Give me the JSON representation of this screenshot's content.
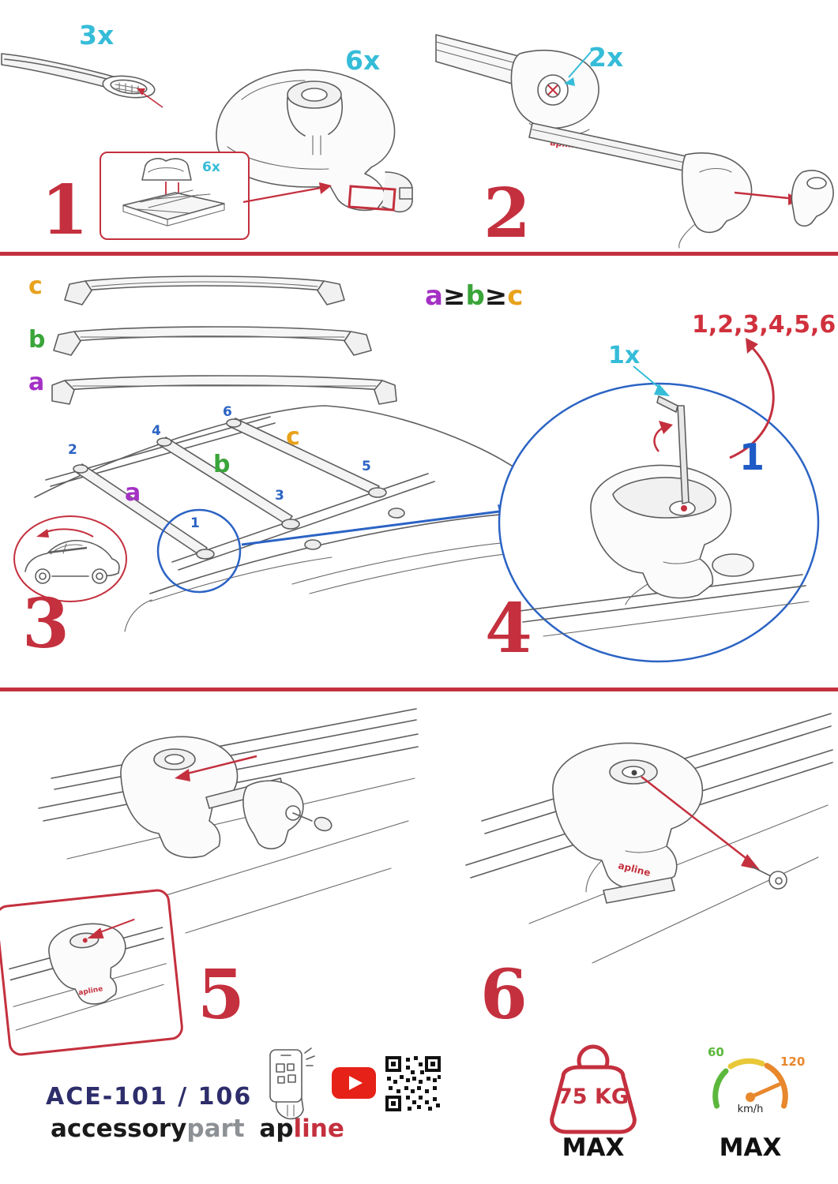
{
  "clamp_brand": "apline",
  "step1": {
    "number": "1",
    "bar_qty": "3x",
    "clamp_qty": "6x",
    "pad_qty": "6x"
  },
  "step2": {
    "number": "2",
    "knob_qty": "2x"
  },
  "step3": {
    "number": "3",
    "stack_labels": {
      "c": "c",
      "b": "b",
      "a": "a"
    },
    "rule": {
      "a": "a",
      "ge1": "≥",
      "b": "b",
      "ge2": "≥",
      "c": "c"
    },
    "roof_labels": {
      "a": "a",
      "b": "b",
      "c": "c"
    },
    "positions": {
      "p1": "1",
      "p2": "2",
      "p3": "3",
      "p4": "4",
      "p5": "5",
      "p6": "6"
    }
  },
  "step4": {
    "number": "4",
    "key_qty": "1x",
    "tighten_order": "1,2,3,4,5,6",
    "start_position": "1"
  },
  "step5": {
    "number": "5"
  },
  "step6": {
    "number": "6"
  },
  "footer": {
    "model": "ACE-101 / 106",
    "brand_accessory": "accessory",
    "brand_part": "part",
    "brand_ap": "ap",
    "brand_line": "line",
    "weight_limit": "75 KG",
    "weight_max_label": "MAX",
    "speed_low": "60",
    "speed_high": "120",
    "speed_unit": "km/h",
    "speed_max_label": "MAX"
  },
  "colors": {
    "accent_red": "#c4303e",
    "cyan": "#35bcd8",
    "blue": "#2b63c4",
    "purple": "#a431c4",
    "green": "#3aa53a",
    "orange": "#e8a21c",
    "navy": "#2d2d6b"
  }
}
